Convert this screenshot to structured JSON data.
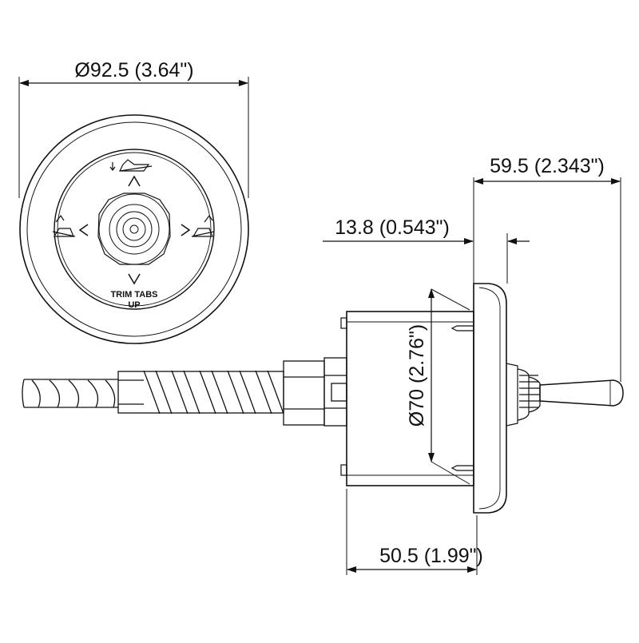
{
  "dimensions": {
    "front_diameter": "Ø92.5 (3.64\")",
    "total_depth": "59.5 (2.343\")",
    "bezel_thickness": "13.8 (0.543\")",
    "body_diameter": "Ø70 (2.76\")",
    "body_depth": "50.5 (1.99\")"
  },
  "face_labels": {
    "line1": "TRIM TABS",
    "line2": "UP"
  },
  "colors": {
    "line": "#111111",
    "background": "#ffffff"
  }
}
